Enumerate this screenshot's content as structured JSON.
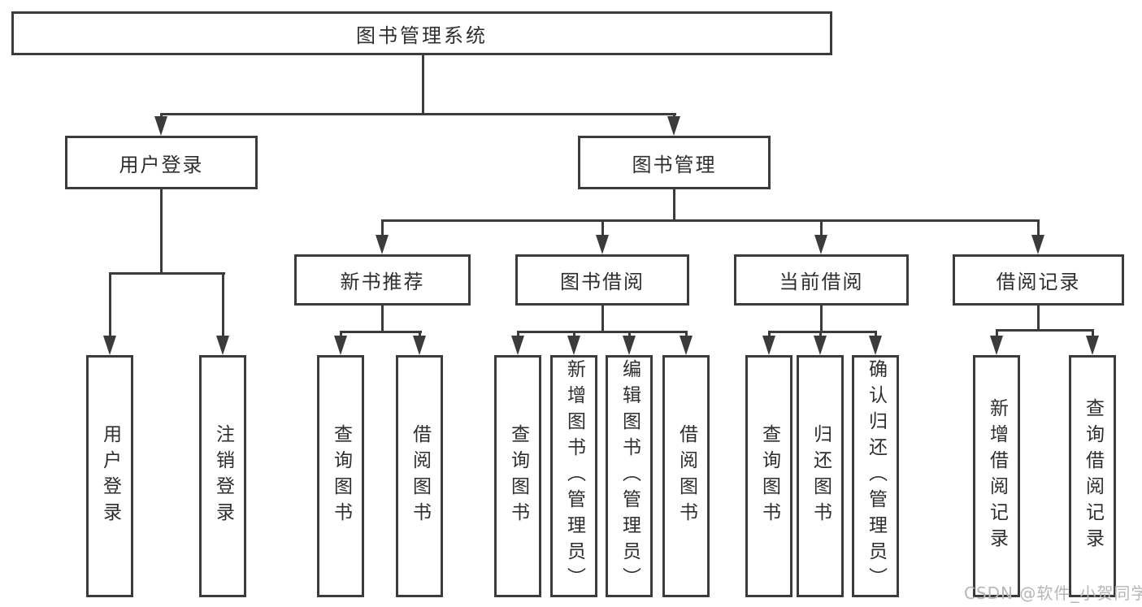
{
  "colors": {
    "line": "#3b3b3b",
    "text": "#2e2e2e",
    "watermark": "#b6b6b6",
    "bg": "#ffffff"
  },
  "nodes": {
    "root": "图书管理系统",
    "user_login": "用户登录",
    "book_mgmt": "图书管理",
    "new_books": "新书推荐",
    "book_borrow": "图书借阅",
    "current_borrow": "当前借阅",
    "borrow_records": "借阅记录"
  },
  "leaves": {
    "user_login": [
      "用户登录",
      "注销登录"
    ],
    "new_books": [
      "查询图书",
      "借阅图书"
    ],
    "book_borrow": [
      "查询图书",
      "新增图书（管理员）",
      "编辑图书（管理员）",
      "借阅图书"
    ],
    "current_borrow": [
      "查询图书",
      "归还图书",
      "确认归还（管理员）"
    ],
    "borrow_records": [
      "新增借阅记录",
      "查询借阅记录"
    ]
  },
  "watermark": "CSDN @软件_小贺同学"
}
